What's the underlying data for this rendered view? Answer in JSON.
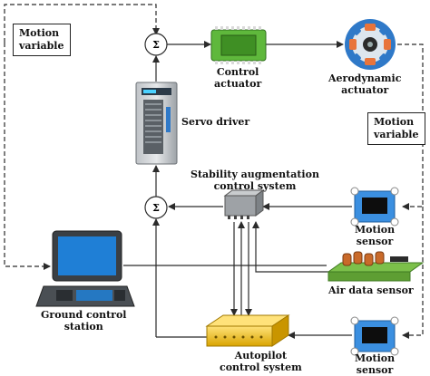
{
  "labels": {
    "motion_variable_left": "Motion\nvariable",
    "motion_variable_right": "Motion\nvariable",
    "sum_top": "Σ",
    "sum_mid": "Σ",
    "control_actuator": "Control\nactuator",
    "aerodynamic_actuator": "Aerodynamic\nactuator",
    "servo_driver": "Servo driver",
    "stability_augmentation": "Stability augmentation\ncontrol system",
    "motion_sensor_1": "Motion\nsensor",
    "motion_sensor_2": "Motion\nsensor",
    "air_data_sensor": "Air data sensor",
    "ground_control_station": "Ground control\nstation",
    "autopilot": "Autopilot\ncontrol system"
  },
  "colors": {
    "line": "#2b2b2b",
    "laptop_screen": "#1f7fd6",
    "control_actuator_green": "#5fb83c",
    "autopilot_yellow": "#f0c21a",
    "sensor_blue": "#3b8fe0",
    "air_data_board": "#6bb33a",
    "aero_ring_blue": "#2f79c8",
    "aero_ring_orange": "#e8743b"
  }
}
